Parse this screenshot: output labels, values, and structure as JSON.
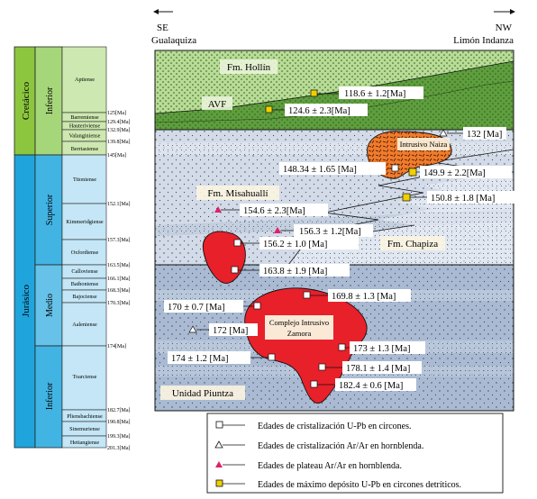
{
  "header": {
    "dir_left": "SE",
    "dir_right": "NW",
    "loc_left": "Gualaquiza",
    "loc_right": "Limón Indanza"
  },
  "timescale": {
    "periods": [
      "Cretácico",
      "Jurásico"
    ],
    "epochs": [
      "Inferior",
      "Superior",
      "Medio",
      "Inferior"
    ],
    "stages": [
      "Aptiense",
      "Barremiense",
      "Hauteriviense",
      "Valanginiense",
      "Berriasiense",
      "Titoniense",
      "Kimmeridgiense",
      "Oxfordiense",
      "Calloviense",
      "Bathoniense",
      "Bajociense",
      "Aaleniense",
      "Toarciense",
      "Pliensbachiense",
      "Sinemuriense",
      "Hettangiense"
    ],
    "ages": [
      "125[Ma]",
      "129.4[Ma]",
      "132.9[Ma]",
      "139.8[Ma]",
      "145[Ma]",
      "152.1[Ma]",
      "157.3[Ma]",
      "163.5[Ma]",
      "166.1[Ma]",
      "168.3[Ma]",
      "170.3[Ma]",
      "174[Ma]",
      "182.7[Ma]",
      "190.8[Ma]",
      "199.3[Ma]",
      "201.3[Ma]"
    ]
  },
  "units": {
    "hollin": "Fm. Hollín",
    "avf": "AVF",
    "misahualli": "Fm. Misahuallí",
    "chapiza": "Fm. Chapiza",
    "piuntza": "Unidad Piuntza",
    "naiza": "Intrusivo Naiza",
    "zamora_1": "Complejo Intrusivo",
    "zamora_2": "Zamora"
  },
  "ages_labels": [
    "118.6 ± 1.2[Ma]",
    "124.6 ± 2.3[Ma]",
    "132 [Ma]",
    "148.34 ± 1.65 [Ma]",
    "149.9 ± 2.2[Ma]",
    "150.8 ± 1.8 [Ma]",
    "154.6 ± 2.3[Ma]",
    "156.3 ± 1.2[Ma]",
    "156.2 ± 1.0 [Ma]",
    "163.8 ± 1.9 [Ma]",
    "169.8 ± 1.3 [Ma]",
    "170 ± 0.7 [Ma]",
    "172 [Ma]",
    "173 ± 1.3 [Ma]",
    "174 ± 1.2 [Ma]",
    "178.1 ± 1.4 [Ma]",
    "182.4 ± 0.6 [Ma]"
  ],
  "legend": [
    "Edades de cristalización U-Pb en circones.",
    "Edades de cristalización Ar/Ar en hornblenda.",
    "Edades de plateau Ar/Ar en hornblenda.",
    "Edades de máximo depósito U-Pb en circones detríticos."
  ],
  "colors": {
    "cretaceous": "#8cc63f",
    "cretaceous_light": "#c5e3a0",
    "jurassic": "#1fa4dc",
    "jurassic_light": "#bfe4f5",
    "intrusive_red": "#e8202a",
    "naiza_orange": "#f07b2c",
    "upper_panel": "#c9d3e3",
    "lower_panel": "#9fb2cd",
    "hollin_green": "#9dc97a",
    "marker_yellow": "#f0d000",
    "marker_pink": "#e0206a"
  }
}
